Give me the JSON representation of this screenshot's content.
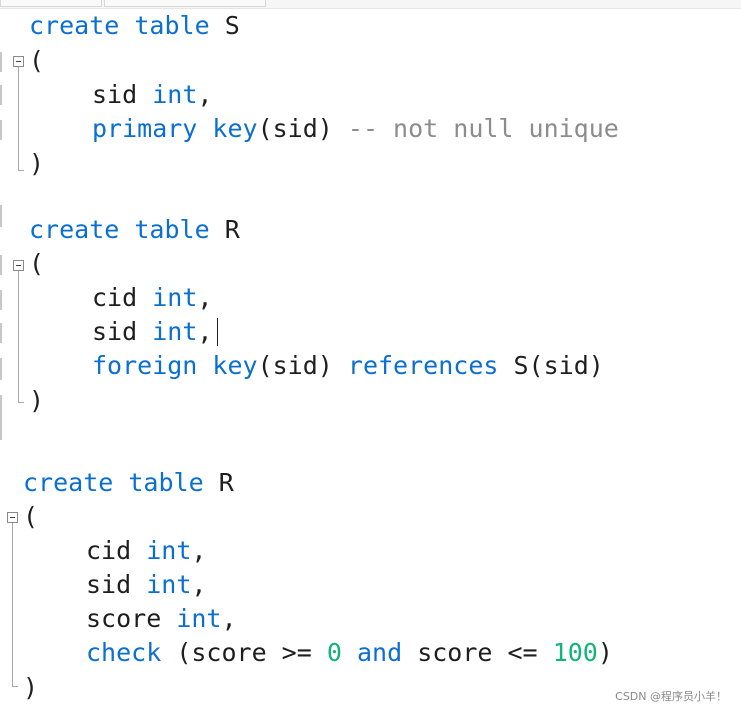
{
  "colors": {
    "keyword": "#0b6fd0",
    "number": "#14b37a",
    "comment": "#8c8c8c",
    "text": "#1e1e1e"
  },
  "code": {
    "block1": {
      "line1": {
        "kw1": "create",
        "kw2": "table",
        "name": "S"
      },
      "open": "(",
      "col1": {
        "name": "sid",
        "type": "int",
        "punct": ","
      },
      "pk": {
        "kw1": "primary",
        "kw2": "key",
        "args": "(sid)",
        "comment": "-- not null unique"
      },
      "close": ")"
    },
    "block2": {
      "line1": {
        "kw1": "create",
        "kw2": "table",
        "name": "R"
      },
      "open": "(",
      "col1": {
        "name": "cid",
        "type": "int",
        "punct": ","
      },
      "col2": {
        "name": "sid",
        "type": "int",
        "punct": ","
      },
      "fk": {
        "kw1": "foreign",
        "kw2": "key",
        "args": "(sid)",
        "kw3": "references",
        "ref": "S(sid)"
      },
      "close": ")"
    },
    "block3": {
      "line1": {
        "kw1": "create",
        "kw2": "table",
        "name": "R"
      },
      "open": "(",
      "col1": {
        "name": "cid",
        "type": "int",
        "punct": ","
      },
      "col2": {
        "name": "sid",
        "type": "int",
        "punct": ","
      },
      "col3": {
        "name": "score",
        "type": "int",
        "punct": ","
      },
      "check": {
        "kw": "check",
        "p1": "(score >=",
        "n1": "0",
        "kw2": "and",
        "p2": "score <=",
        "n2": "100",
        "p3": ")"
      },
      "close": ")"
    }
  },
  "watermark": "CSDN @程序员小羊！"
}
